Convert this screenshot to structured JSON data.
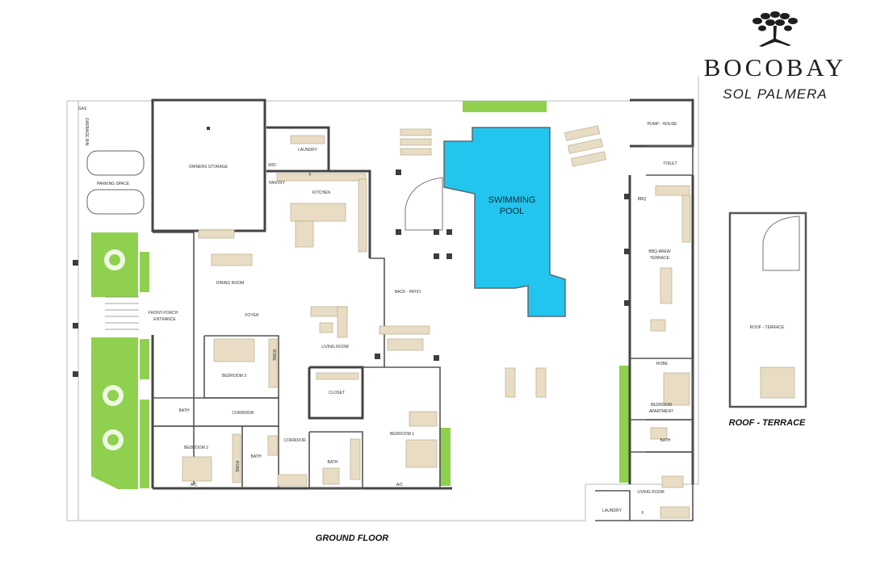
{
  "brand": {
    "name": "BOCOBAY",
    "subtitle": "SOL PALMERA",
    "logo_icon": "tree-icon"
  },
  "rooms": {
    "gas": "GAS",
    "garbage_bin": "GARBAGE BIN",
    "parking_space": "PARKING SPACE",
    "owners_storage": "OWNERS STORAGE",
    "laundry": "LAUNDRY",
    "wd": "W/D",
    "pantry": "PANTRY",
    "kitchen": "KITCHEN",
    "fridge": "F",
    "dining_room": "DINING ROOM",
    "front_porch": "FRONT-PORCH",
    "entrance": "ENTRANCE",
    "foyer": "FOYER",
    "living_room": "LIVING ROOM",
    "back_patio": "BACK - PATIO",
    "swimming": "SWIMMING",
    "pool": "POOL",
    "bedroom_3": "BEDROOM 3",
    "robe": "ROBE",
    "bath": "BATH",
    "corridor": "CORRIDOR",
    "closet": "CLOSET",
    "bedroom_1": "BEDROOM 1",
    "bedroom_2": "BEDROOM 2",
    "ac": "A/C",
    "pump_house": "PUMP - HOUSE",
    "toilet": "TOILET",
    "bbq": "BBQ",
    "bbq_area": "BBQ-AREA/",
    "terrace": "TERRACE",
    "bedroom": "BEDROOM",
    "apartment": "APARTMENT",
    "living_room_apt": "LIVING ROOM",
    "laundry_apt": "LAUNDRY",
    "roof_terrace_room": "ROOF - TERRACE"
  },
  "captions": {
    "ground_floor": "GROUND FLOOR",
    "roof_terrace": "ROOF - TERRACE"
  },
  "colors": {
    "pool": "#22c5ee",
    "lawn": "#8fd14f",
    "furniture": "#e8dcc4",
    "walls": "#444444"
  }
}
